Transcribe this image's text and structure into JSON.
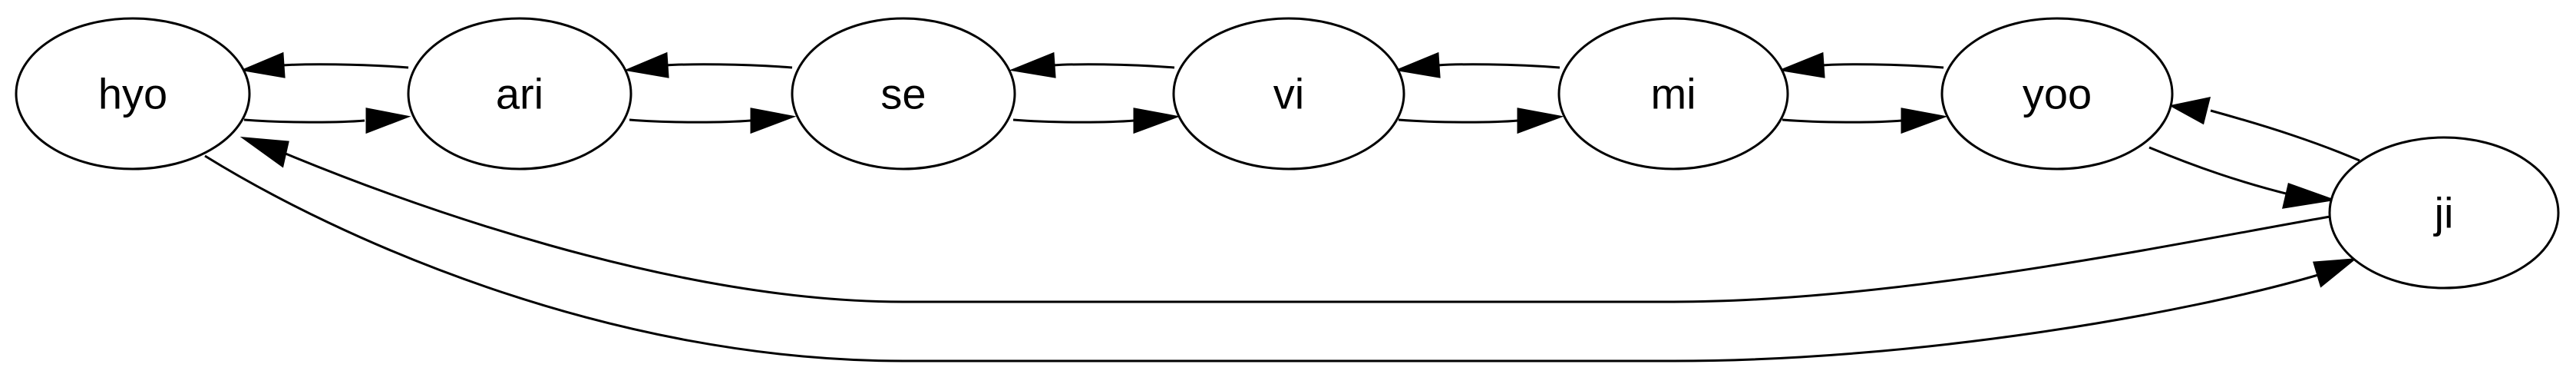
{
  "graph": {
    "nodes": [
      {
        "id": "hyo",
        "label": "hyo"
      },
      {
        "id": "ari",
        "label": "ari"
      },
      {
        "id": "se",
        "label": "se"
      },
      {
        "id": "vi",
        "label": "vi"
      },
      {
        "id": "mi",
        "label": "mi"
      },
      {
        "id": "yoo",
        "label": "yoo"
      },
      {
        "id": "ji",
        "label": "ji"
      }
    ],
    "edges": [
      {
        "from": "ari",
        "to": "hyo"
      },
      {
        "from": "hyo",
        "to": "ari"
      },
      {
        "from": "se",
        "to": "ari"
      },
      {
        "from": "ari",
        "to": "se"
      },
      {
        "from": "vi",
        "to": "se"
      },
      {
        "from": "se",
        "to": "vi"
      },
      {
        "from": "mi",
        "to": "vi"
      },
      {
        "from": "vi",
        "to": "mi"
      },
      {
        "from": "yoo",
        "to": "mi"
      },
      {
        "from": "mi",
        "to": "yoo"
      },
      {
        "from": "ji",
        "to": "yoo"
      },
      {
        "from": "yoo",
        "to": "ji"
      },
      {
        "from": "ji",
        "to": "hyo"
      },
      {
        "from": "hyo",
        "to": "ji"
      }
    ]
  },
  "colors": {
    "stroke": "#000000",
    "node_fill": "#ffffff",
    "text": "#000000"
  }
}
